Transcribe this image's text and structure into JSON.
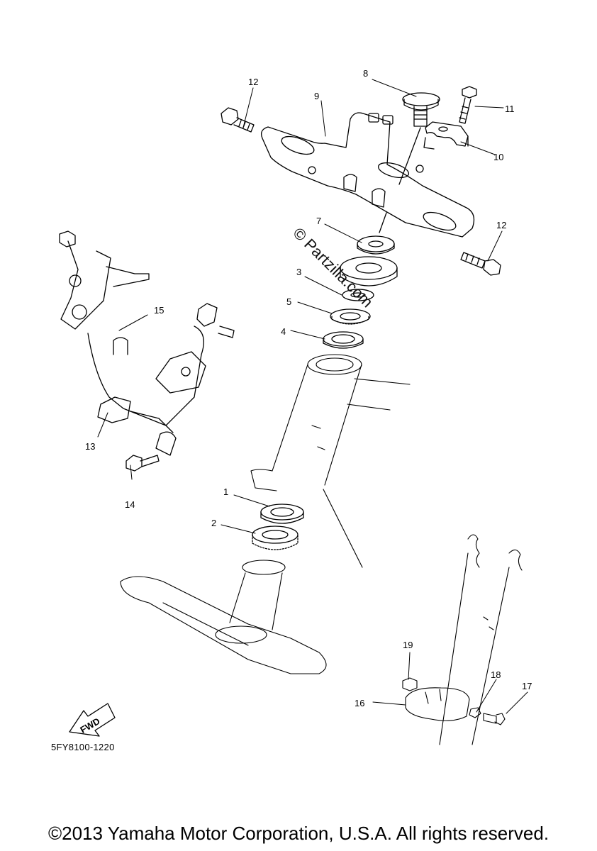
{
  "callouts": {
    "c1": "1",
    "c2": "2",
    "c3": "3",
    "c4": "4",
    "c5": "5",
    "c7": "7",
    "c8": "8",
    "c9": "9",
    "c10": "10",
    "c11": "11",
    "c12a": "12",
    "c12b": "12",
    "c13": "13",
    "c14": "14",
    "c15": "15",
    "c16": "16",
    "c17": "17",
    "c18": "18",
    "c19": "19"
  },
  "fwd_label": "FWD",
  "watermark": "© Partzilla.com",
  "diagram_code": "5FY8100-1220",
  "copyright": "©2013 Yamaha Motor Corporation, U.S.A. All rights reserved."
}
